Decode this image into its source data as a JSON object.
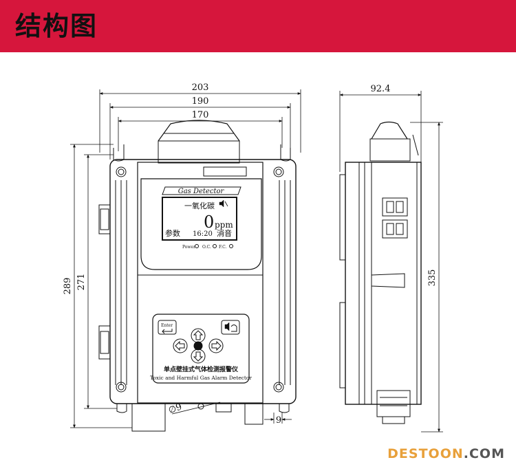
{
  "header": {
    "title": "结构图"
  },
  "front_view": {
    "dimensions": {
      "width_outer": "203",
      "width_mid": "190",
      "width_inner": "170",
      "height_outer": "289",
      "height_inner": "271",
      "hole": "∅9",
      "edge": "9"
    },
    "display": {
      "panel_label": "Gas Detector",
      "gas_name": "一氧化碳",
      "reading_value": "0",
      "reading_unit": "ppm",
      "left_text": "参数",
      "time": "16:20",
      "right_text": "消音"
    },
    "indicators": [
      "Power",
      "O.C.",
      "F.C."
    ],
    "keypad": {
      "enter_label": "Enter",
      "name_cn": "单点壁挂式气体检测报警仪",
      "name_en": "Toxic and Harmful Gas Alarm Detector"
    }
  },
  "side_view": {
    "dimensions": {
      "width": "92.4",
      "height": "335"
    }
  },
  "watermark": {
    "part_a": "DESTOON",
    "part_b": ".COM"
  }
}
